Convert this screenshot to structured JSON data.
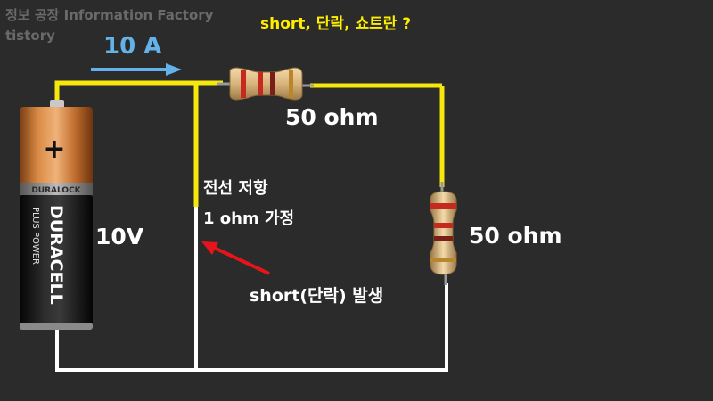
{
  "watermark": {
    "line1": "정보 공장 Information Factory",
    "line2": "tistory"
  },
  "title": "short, 단락, 쇼트란 ?",
  "current_label": "10 A",
  "resistor_top_label": "50 ohm",
  "resistor_right_label": "50 ohm",
  "voltage_label": "10V",
  "wire_resistance_label_line1": "전선 저항",
  "wire_resistance_label_line2": "1 ohm 가정",
  "short_label": "short(단락) 발생",
  "battery": {
    "brand": "DURACELL",
    "sub_brand": "PLUS POWER",
    "band_text": "DURALOCK",
    "plus_sign": "+"
  },
  "colors": {
    "background": "#2b2b2b",
    "wire_yellow": "#f6e80d",
    "wire_white": "#ffffff",
    "title_yellow": "#ffee00",
    "current_blue": "#63b3ea",
    "arrow_red": "#e8141c",
    "battery_copper": "#c97a3a",
    "battery_black": "#1b1b1b"
  }
}
